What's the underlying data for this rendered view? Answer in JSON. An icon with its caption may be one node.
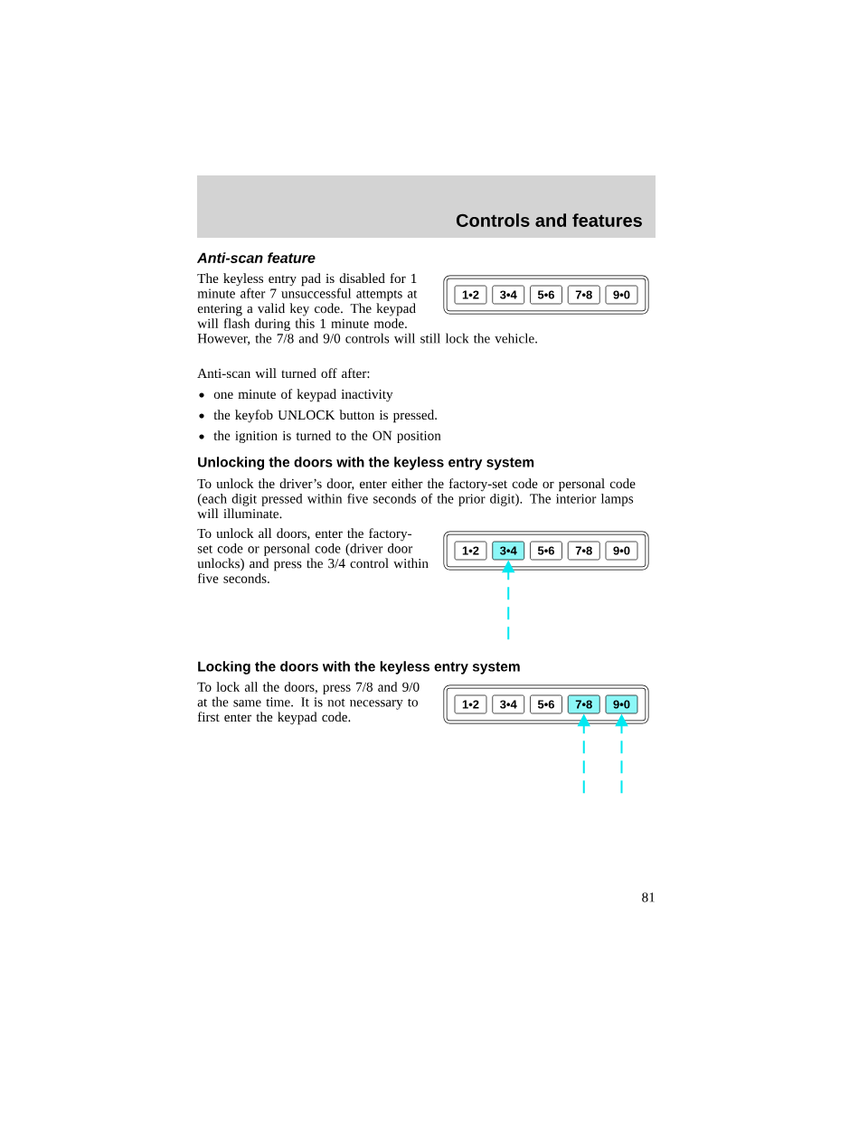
{
  "diagram": {
    "nodes": [
      {
        "text": [],
        "shape": "box"
      },
      {
        "text": [
          "1•2"
        ],
        "in": 0
      },
      {
        "text": [
          "3•4"
        ],
        "in": 0
      },
      {
        "text": [
          "5•6"
        ],
        "in": 0
      },
      {
        "text": [
          "7•8"
        ],
        "in": 0
      },
      {
        "text": [
          "9•0"
        ],
        "in": 0
      },
      {
        "text": [],
        "shape": "box"
      },
      {
        "text": [
          "1•2"
        ],
        "in": 6
      },
      {
        "text": [
          "3•4"
        ],
        "in": 6
      },
      {
        "text": [
          "5•6"
        ],
        "in": 6
      },
      {
        "text": [
          "7•8"
        ],
        "in": 6
      },
      {
        "text": [
          "9•0"
        ],
        "in": 6
      },
      {
        "text": [],
        "shape": "box"
      },
      {
        "text": [
          "1•2"
        ],
        "in": 12
      },
      {
        "text": [
          "3•4"
        ],
        "in": 12
      },
      {
        "text": [
          "5•6"
        ],
        "in": 12
      },
      {
        "text": [
          "7•8"
        ],
        "in": 12
      },
      {
        "text": [
          "9•0"
        ],
        "in": 12
      }
    ],
    "edges": [
      {
        "from": null,
        "to": 8,
        "arrow": "to",
        "style": "dashed",
        "color": "#00e8f0"
      },
      {
        "from": null,
        "to": 16,
        "arrow": "to",
        "style": "dashed",
        "color": "#00e8f0"
      },
      {
        "from": null,
        "to": 17,
        "arrow": "to",
        "style": "dashed",
        "color": "#00e8f0"
      }
    ],
    "labels": [
      "Controls and features",
      "Anti-scan feature",
      "The keyless entry pad is disabled for 1 minute after 7 unsuccessful attempts at entering a valid key code. The keypad will flash during this 1 minute mode. However, the 7/8 and 9/0 controls will still lock the vehicle.",
      "Anti-scan will turned off after:",
      "one minute of keypad inactivity",
      "the keyfob UNLOCK button is pressed.",
      "the ignition is turned to the ON position",
      "Unlocking the doors with the keyless entry system",
      "To unlock the driver’s door, enter either the factory-set code or personal code (each digit pressed within five seconds of the prior digit). The interior lamps will illuminate.",
      "To unlock all doors, enter the factory-set code or personal code (driver door unlocks) and press the 3/4 control within five seconds.",
      "Locking the doors with the keyless entry system",
      "To lock all the doors, press 7/8 and 9/0 at the same time. It is not necessary to first enter the keypad code.",
      "81"
    ]
  }
}
